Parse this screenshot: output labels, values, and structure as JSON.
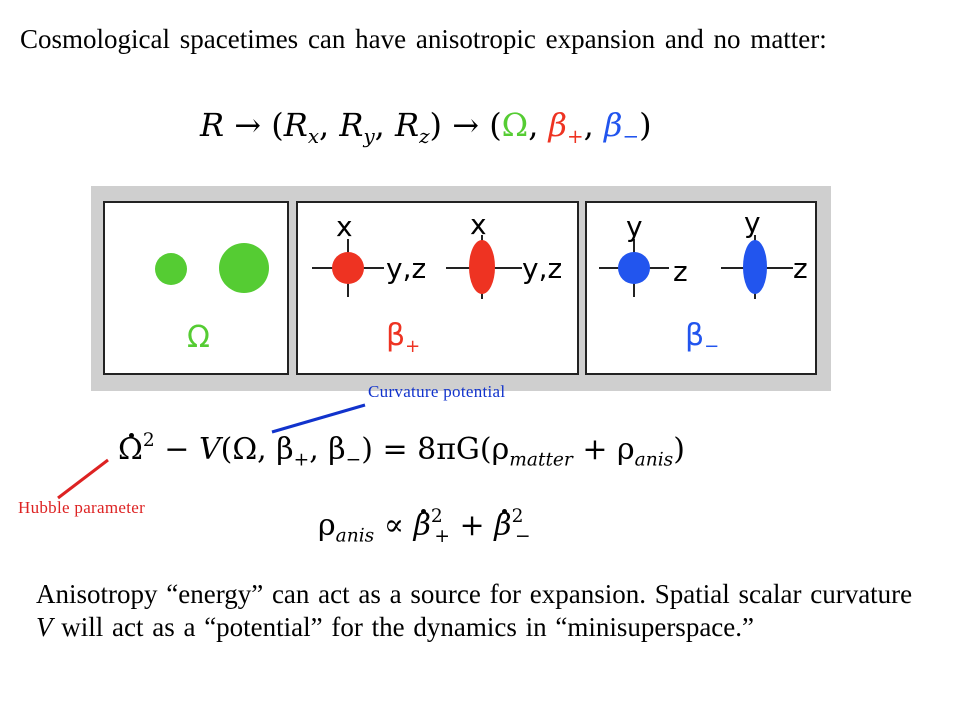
{
  "title": "Cosmological spacetimes can have anisotropic expansion and no matter:",
  "mapping": {
    "R": "R",
    "arrow": "→",
    "open": "(",
    "close": ")",
    "comma": ", ",
    "Rx_base": "R",
    "Rx_sub": "x",
    "Ry_base": "R",
    "Ry_sub": "y",
    "Rz_base": "R",
    "Rz_sub": "z",
    "omega": "Ω",
    "beta_plus_base": "β",
    "beta_plus_sub": "+",
    "beta_minus_base": "β",
    "beta_minus_sub": "−"
  },
  "panels": {
    "omega": {
      "label": "Ω"
    },
    "beta_plus": {
      "label_base": "β",
      "label_sub": "+",
      "axis_vertical": "x",
      "axis_horizontal": "y,z"
    },
    "beta_minus": {
      "label_base": "β",
      "label_sub": "−",
      "axis_vertical": "y",
      "axis_horizontal": "z"
    }
  },
  "equation1": {
    "omega": "Ω",
    "sq": "2",
    "minus": " − ",
    "V": "V",
    "args_open": "(Ω, β",
    "plus_sub": "+",
    "args_mid": ", β",
    "minus_sub": "−",
    "args_close": ") = 8πG(ρ",
    "rho_matter_sub": "matter",
    "plus": " + ",
    "rho": "ρ",
    "rho_anis_sub": "anis",
    "close": ")"
  },
  "equation2": {
    "rho": "ρ",
    "rho_sub": "anis",
    "propto": " ∝ ",
    "beta": "β",
    "sq": "2",
    "plus_sub": "+",
    "plus": " + ",
    "minus_sub": "−"
  },
  "annotations": {
    "curvature_potential": "Curvature potential",
    "hubble_parameter": "Hubble parameter"
  },
  "body": {
    "part1": "Anisotropy “energy” can act as a source for expansion.  Spatial scalar curvature ",
    "V": "V",
    "part2": " will act as a “potential” for the dynamics in “minisuperspace.”"
  },
  "colors": {
    "omega_green": "#55cc33",
    "beta_plus_red": "#ee3322",
    "beta_minus_blue": "#2255ee",
    "curvature_line": "#1133cc",
    "hubble_red": "#dd2222"
  }
}
